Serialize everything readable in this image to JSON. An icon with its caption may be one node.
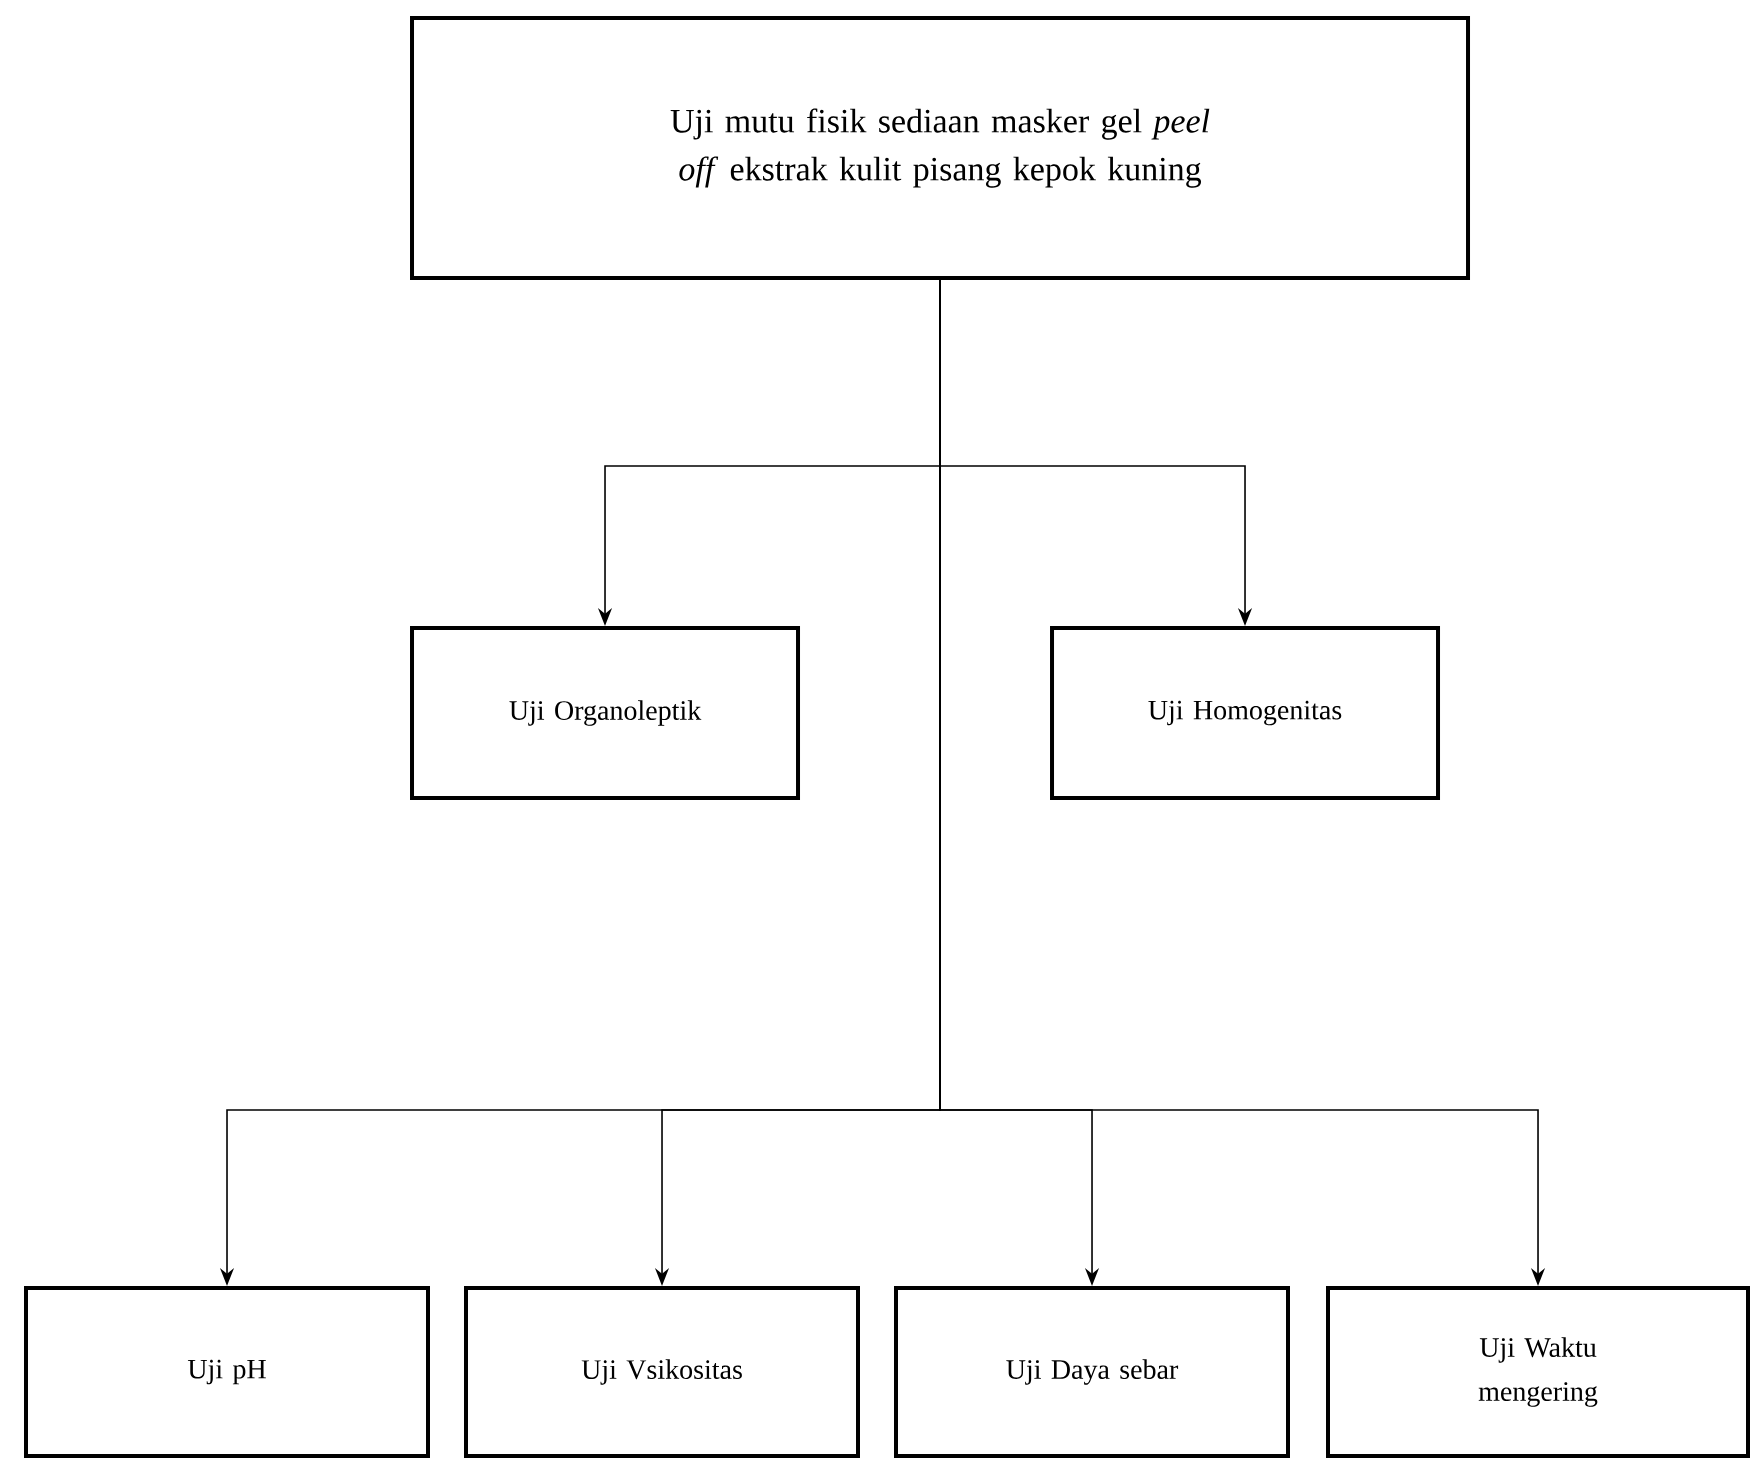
{
  "diagram": {
    "nodes": [
      {
        "text": [
          "Uji mutu fisik sediaan masker gel *peel off* ekstrak kulit pisang kepok kuning"
        ]
      },
      {
        "text": [
          "Uji Organoleptik"
        ]
      },
      {
        "text": [
          "Uji Homogenitas"
        ]
      },
      {
        "text": [
          "Uji pH"
        ]
      },
      {
        "text": [
          "Uji Vsikositas"
        ]
      },
      {
        "text": [
          "Uji Daya sebar"
        ]
      },
      {
        "text": [
          "Uji Waktu mengering"
        ]
      }
    ],
    "edges": [
      {
        "from": 0,
        "to": 1,
        "arrow": "to"
      },
      {
        "from": 0,
        "to": 2,
        "arrow": "to"
      },
      {
        "from": 0,
        "to": 3,
        "arrow": "to"
      },
      {
        "from": 0,
        "to": 4,
        "arrow": "to"
      },
      {
        "from": 0,
        "to": 5,
        "arrow": "to"
      },
      {
        "from": 0,
        "to": 6,
        "arrow": "to"
      }
    ]
  }
}
